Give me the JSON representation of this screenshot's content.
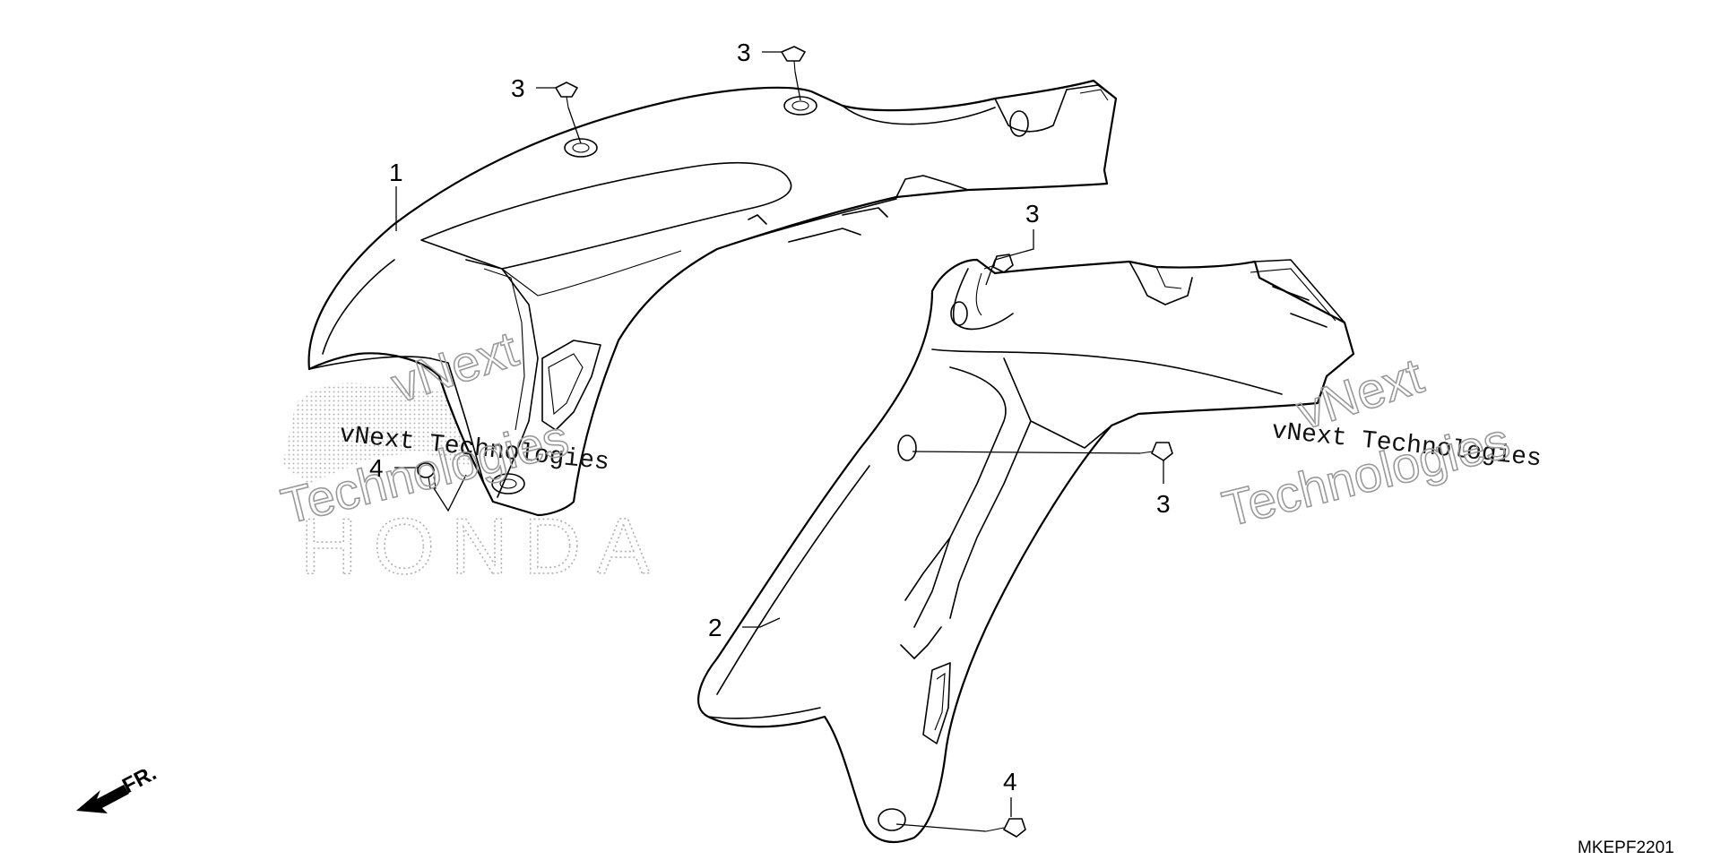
{
  "callouts": {
    "part_1": "1",
    "part_2": "2",
    "fastener_3a": "3",
    "fastener_3b": "3",
    "fastener_3c": "3",
    "fastener_3d": "3",
    "fastener_4a": "4",
    "fastener_4b": "4"
  },
  "direction_label": "FR.",
  "diagram_code": "MKEPF2201",
  "watermarks": {
    "left_line1": "vNext",
    "left_line2": "vNext Technologies",
    "left_line3": "Technologies",
    "right_line1": "vNext",
    "right_line2": "vNext Technologies",
    "right_line3": "Technologies",
    "brand": "HONDA"
  },
  "colors": {
    "ink": "#000000",
    "watermark": "#9a9a9a",
    "background": "#ffffff"
  }
}
